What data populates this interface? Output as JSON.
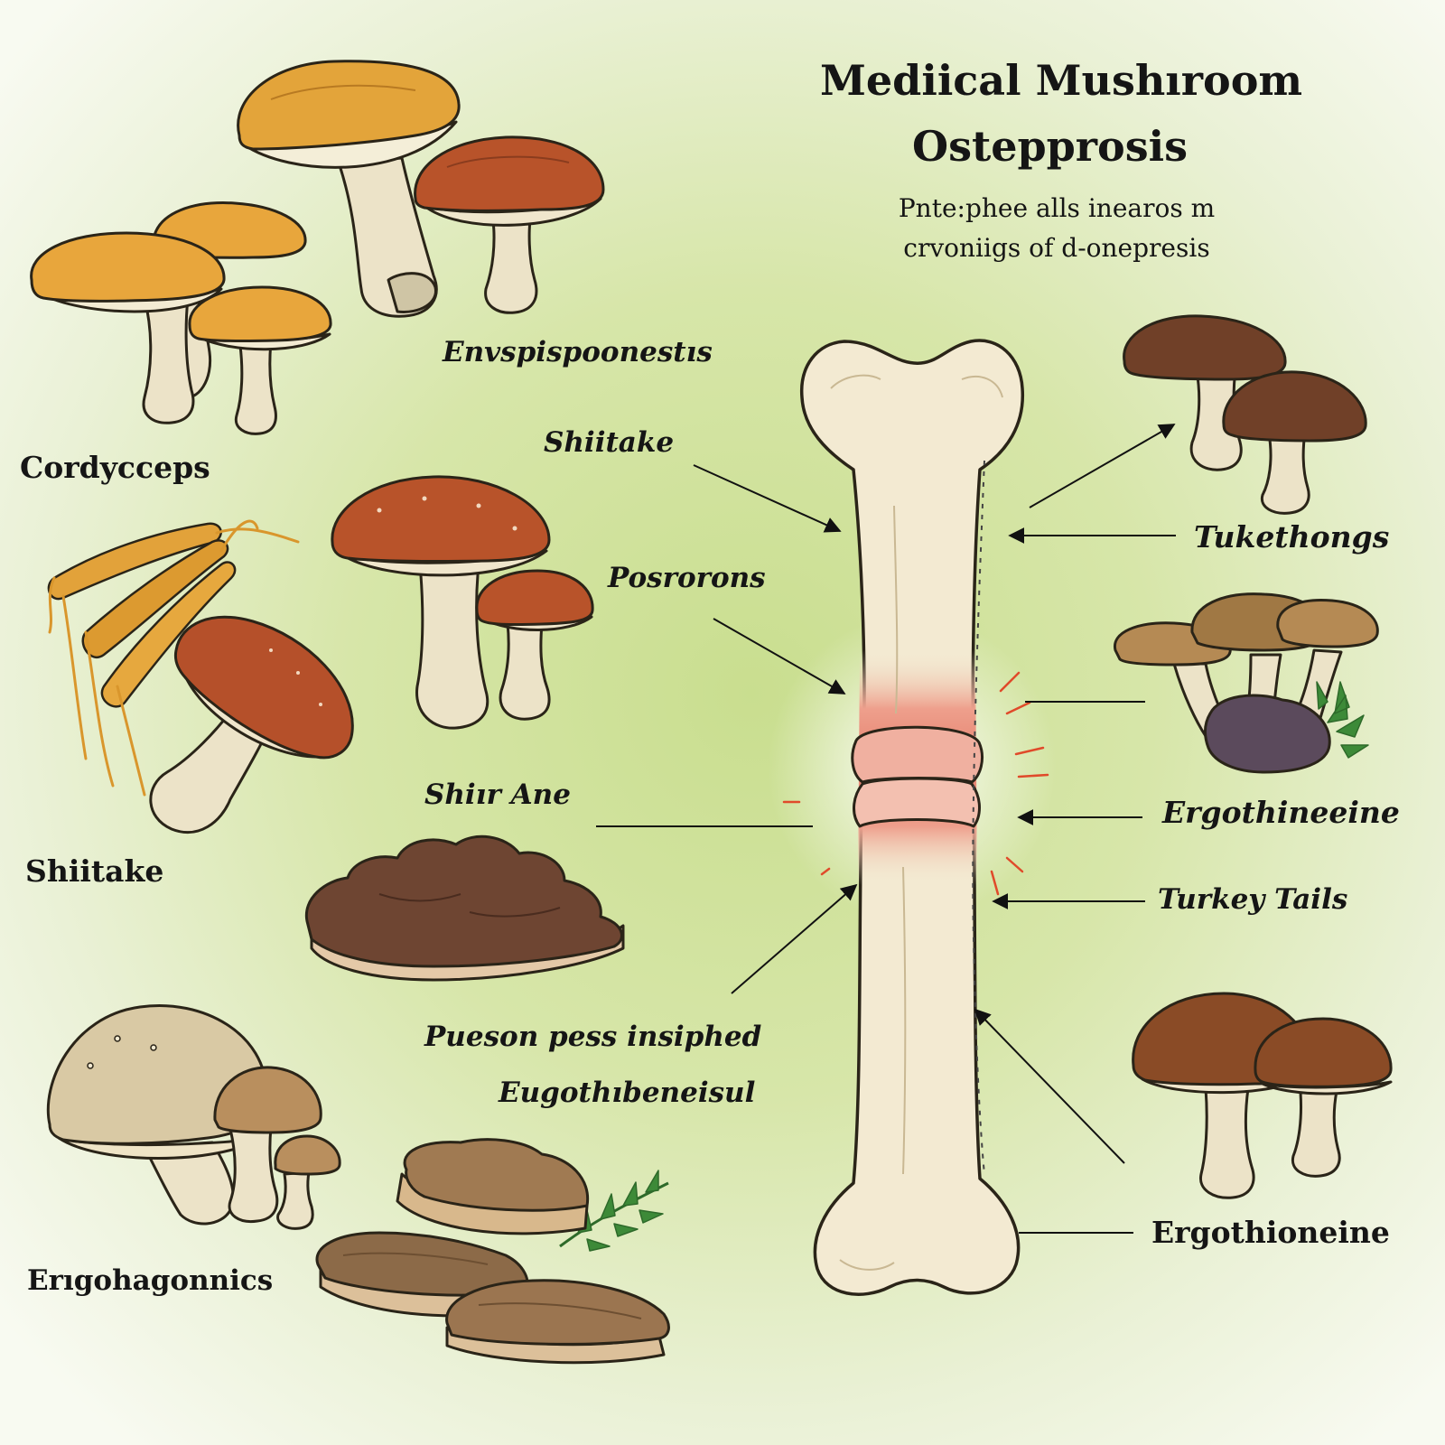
{
  "title": {
    "line1": "Mediical Mushıroom",
    "line2": "Ostepprosis"
  },
  "subtitle": {
    "line1": "Pnte:phee alls inearos m",
    "line2": "crvoniigs  of d-onepresis"
  },
  "labels": {
    "cordyceps": "Cordycceps",
    "shiitake_left": "Shiitake",
    "ergohagonnics": "Erıgohagonnics",
    "enspis": "Envspispoonestıs",
    "shiitake_mid": "Shiitake",
    "posrorons": "Posrorons",
    "shirane": "Shiır Ane",
    "pueson": "Pueson pess insiphed",
    "eugoth": "Eugothıbeneisul",
    "tukethongs": "Tukethongs",
    "ergothineeine": "Ergothineeine",
    "turkey_tails": "Turkey Tails",
    "ergothioneine": "Ergothioneine"
  },
  "colors": {
    "bone": "#f3ead2",
    "bone_outline": "#2a2418",
    "inflammation": "#e9907e",
    "accent_red": "#e04a2a",
    "background": "#cfe29a"
  }
}
